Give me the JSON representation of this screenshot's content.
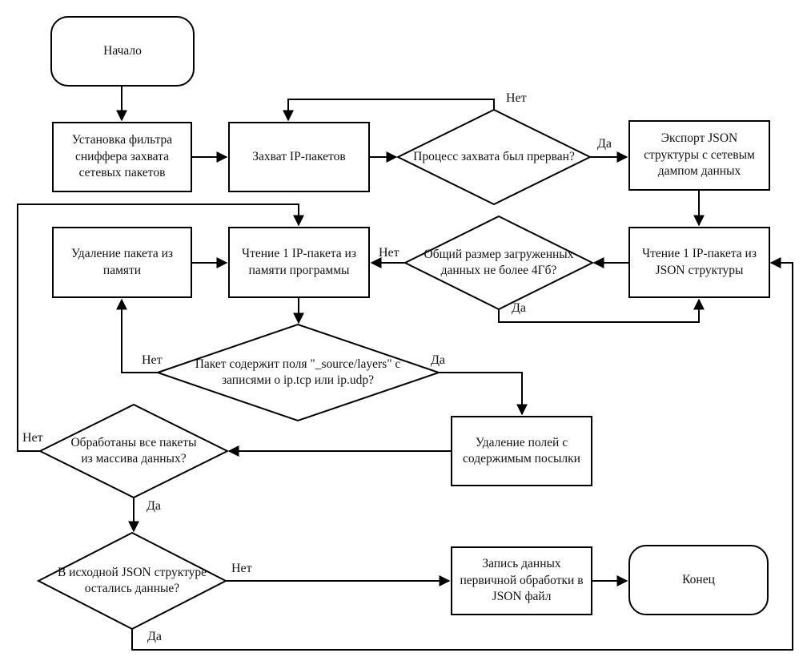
{
  "diagram": {
    "edge_labels": {
      "yes": "Да",
      "no": "Нет"
    },
    "nodes": {
      "start": {
        "label": "Начало",
        "type": "terminator"
      },
      "set_filter": {
        "label": "Установка фильтра сниффера захвата сетевых пакетов",
        "type": "process"
      },
      "capture": {
        "label": "Захват IP-пакетов",
        "type": "process"
      },
      "interrupted": {
        "label": "Процесс захвата был прерван?",
        "type": "decision"
      },
      "export_json": {
        "label": "Экспорт JSON структуры с сетевым дампом данных",
        "type": "process"
      },
      "read_json": {
        "label": "Чтение 1 IP-пакета из JSON структуры",
        "type": "process"
      },
      "size_check": {
        "label": "Общий размер загруженных данных не более 4Гб?",
        "type": "decision"
      },
      "read_memory": {
        "label": "Чтение 1 IP-пакета из памяти программы",
        "type": "process"
      },
      "delete_packet": {
        "label": "Удаление пакета из памяти",
        "type": "process"
      },
      "fields_check": {
        "label": "Пакет содержит поля \"_source/layers\" с записями о ip.tcp или ip.udp?",
        "type": "decision"
      },
      "delete_fields": {
        "label": "Удаление полей с содержимым посылки",
        "type": "process"
      },
      "all_processed": {
        "label": "Обработаны все пакеты из массива данных?",
        "type": "decision"
      },
      "json_left": {
        "label": "В исходной JSON структуре остались данные?",
        "type": "decision"
      },
      "write_json": {
        "label": "Запись данных первичной обработки в JSON файл",
        "type": "process"
      },
      "end": {
        "label": "Конец",
        "type": "terminator"
      }
    }
  }
}
